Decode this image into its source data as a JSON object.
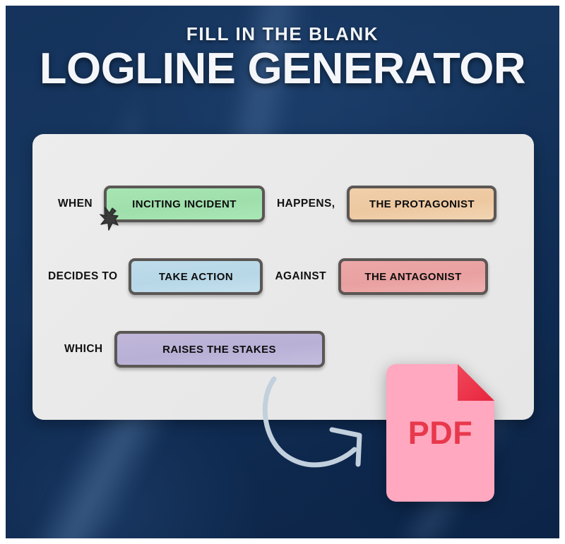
{
  "header": {
    "kicker": "FILL IN THE BLANK",
    "title": "LOGLINE GENERATOR"
  },
  "colors": {
    "background_blue": "#15335c",
    "background_blue_dark": "#0c2345",
    "card_gray": "#ededed",
    "field_border": "#5b5755",
    "field_green": "#a7e6b3",
    "field_peach": "#f0cfaa",
    "field_blue": "#bfdcea",
    "field_red": "#eda8a8",
    "field_purple": "#c0b7da",
    "pdf_pink": "#ffa8c0",
    "pdf_red": "#e8384c",
    "arrow_gray": "#c2d0dd",
    "text_dark": "#0d0d0d",
    "title_white": "#f4f6f9"
  },
  "form": {
    "rows": [
      {
        "label_left": "WHEN",
        "field_1": "INCITING INCIDENT",
        "label_mid": "HAPPENS,",
        "field_2": "THE PROTAGONIST"
      },
      {
        "label_left": "DECIDES TO",
        "field_1": "TAKE ACTION",
        "label_mid": "AGAINST",
        "field_2": "THE ANTAGONIST"
      },
      {
        "label_left": "WHICH",
        "field_1": "RAISES THE STAKES"
      }
    ]
  },
  "download": {
    "file_type_label": "PDF"
  }
}
